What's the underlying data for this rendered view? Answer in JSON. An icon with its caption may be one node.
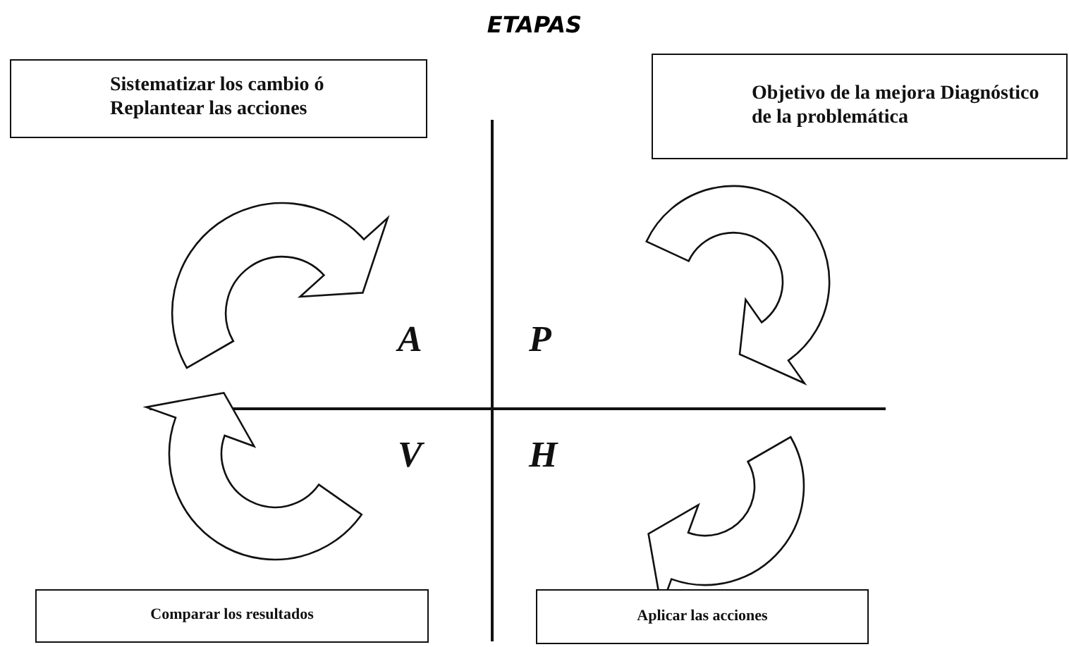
{
  "diagram": {
    "title": "ETAPAS",
    "nodes": [
      {
        "text": [
          "Sistematizar los cambio ó Replantear las acciones"
        ]
      },
      {
        "text": [
          "Objetivo de la mejora Diagnóstico de la problemática"
        ]
      },
      {
        "text": [
          "Comparar los resultados"
        ]
      },
      {
        "text": [
          "Aplicar las acciones"
        ]
      }
    ],
    "labels": [
      "A",
      "P",
      "V",
      "H"
    ]
  }
}
